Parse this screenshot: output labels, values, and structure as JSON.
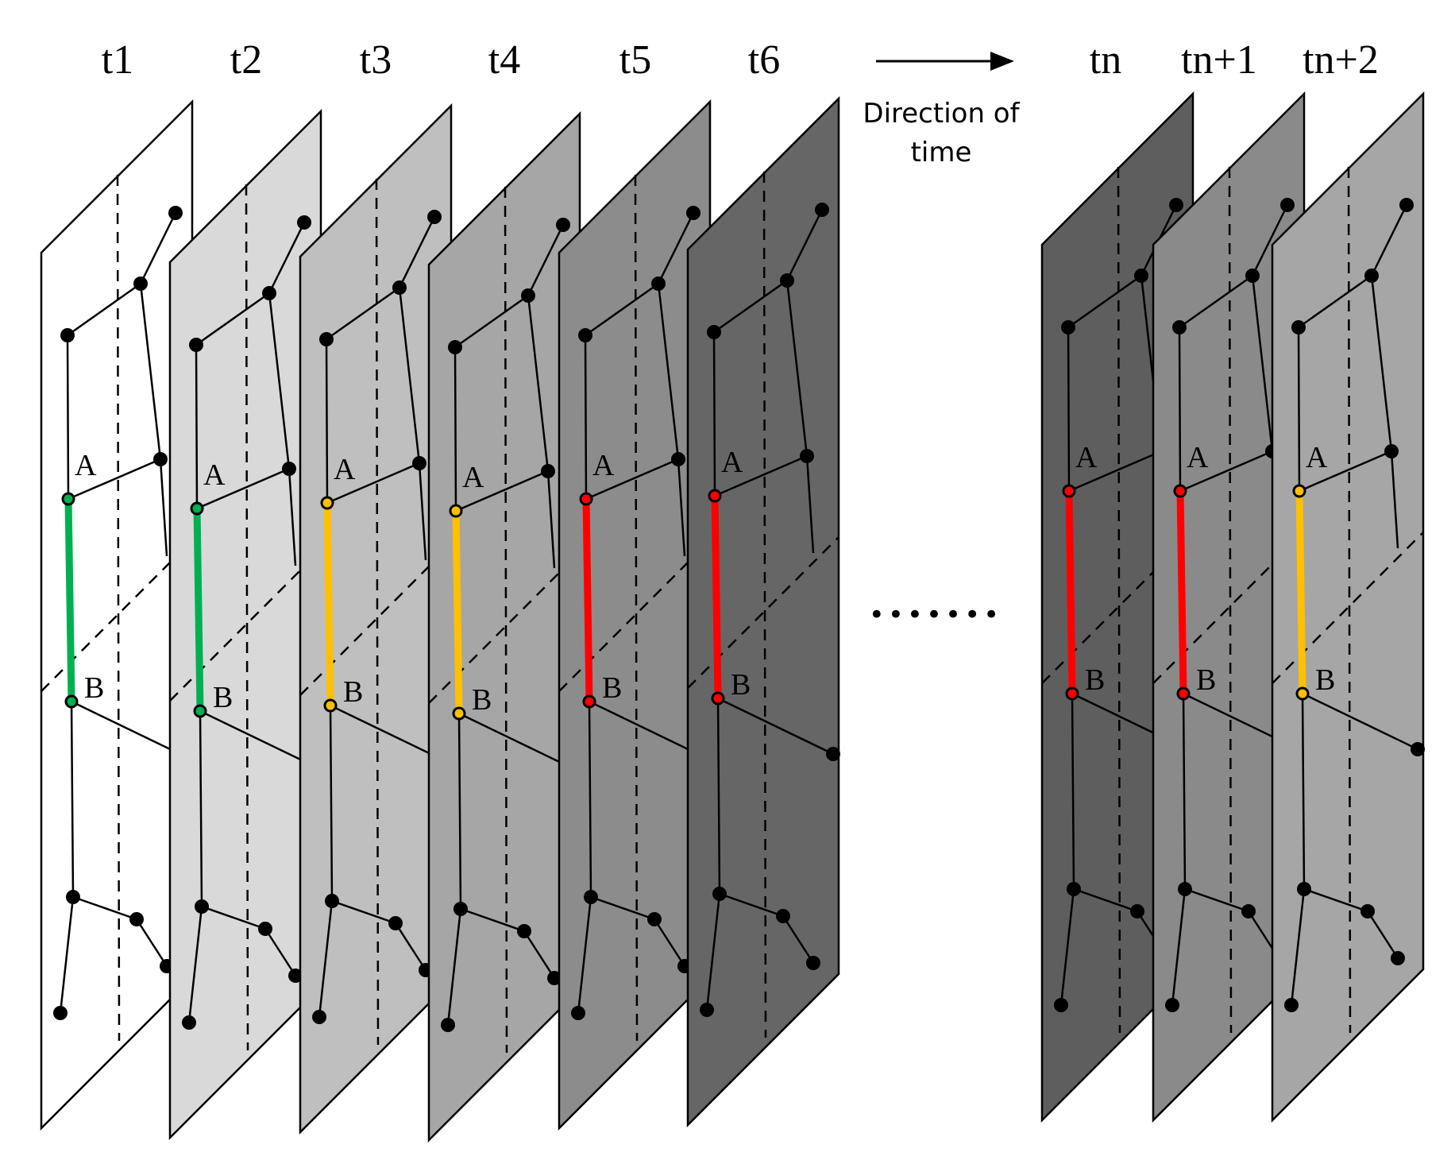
{
  "time_labels": [
    "t1",
    "t2",
    "t3",
    "t4",
    "t5",
    "t6",
    "tn",
    "tn+1",
    "tn+2"
  ],
  "direction_label_line1": "Direction of",
  "direction_label_line2": "time",
  "ellipsis": "•••••••",
  "point_labels": {
    "upper": "A",
    "lower": "B"
  },
  "frames": [
    {
      "label": "t1",
      "fill": "#ffffff",
      "segment_color": "#00b050"
    },
    {
      "label": "t2",
      "fill": "#d9d9d9",
      "segment_color": "#00b050"
    },
    {
      "label": "t3",
      "fill": "#bfbfbf",
      "segment_color": "#ffc000"
    },
    {
      "label": "t4",
      "fill": "#a6a6a6",
      "segment_color": "#ffc000"
    },
    {
      "label": "t5",
      "fill": "#8c8c8c",
      "segment_color": "#ff0000"
    },
    {
      "label": "t6",
      "fill": "#666666",
      "segment_color": "#ff0000"
    },
    {
      "label": "tn",
      "fill": "#5e5e5e",
      "segment_color": "#ff0000"
    },
    {
      "label": "tn+1",
      "fill": "#8a8a8a",
      "segment_color": "#ff0000"
    },
    {
      "label": "tn+2",
      "fill": "#a6a6a6",
      "segment_color": "#ffc000"
    }
  ]
}
